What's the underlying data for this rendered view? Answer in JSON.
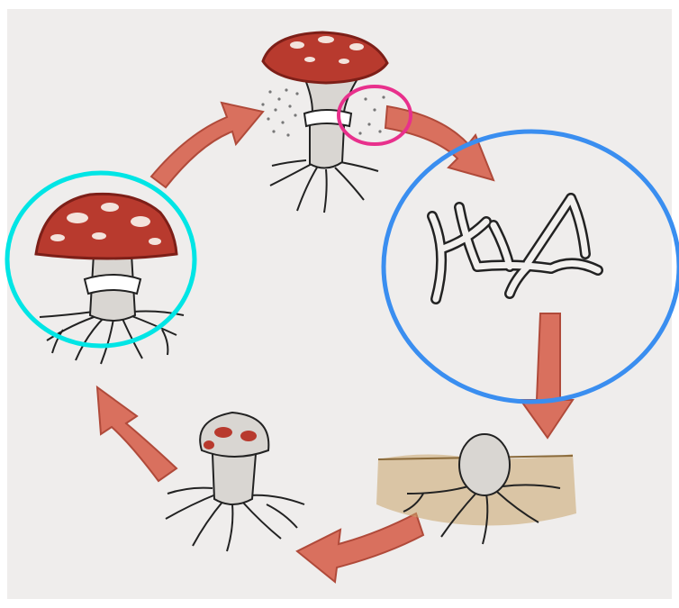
{
  "diagram": {
    "colors": {
      "paper": "#efedec",
      "paper_border": "#ffffff",
      "arrow_fill": "#d9705e",
      "arrow_stroke": "#b04a3a",
      "cap_red": "#b83a2e",
      "cap_dark": "#7d1f18",
      "cap_spot": "#f3e3dc",
      "stem": "#d9d6d2",
      "ink": "#222222",
      "soil": "#c9a46b",
      "highlight_cyan": "#00e5e5",
      "highlight_magenta": "#e8308c",
      "highlight_blue": "#3a8ef0"
    },
    "stages": [
      {
        "id": "spore-release",
        "icon": "mushroom-releasing-spores"
      },
      {
        "id": "mycelium",
        "icon": "branching-hyphae"
      },
      {
        "id": "underground-button",
        "icon": "button-in-soil"
      },
      {
        "id": "young-fruiting-body",
        "icon": "emerging-mushroom"
      },
      {
        "id": "mature-mushroom",
        "icon": "mature-fly-agaric"
      }
    ],
    "highlights": [
      {
        "id": "mature-mushroom",
        "shape": "circle",
        "color": "cyan"
      },
      {
        "id": "spores",
        "shape": "circle",
        "color": "magenta"
      },
      {
        "id": "mycelium",
        "shape": "circle",
        "color": "blue"
      }
    ]
  }
}
